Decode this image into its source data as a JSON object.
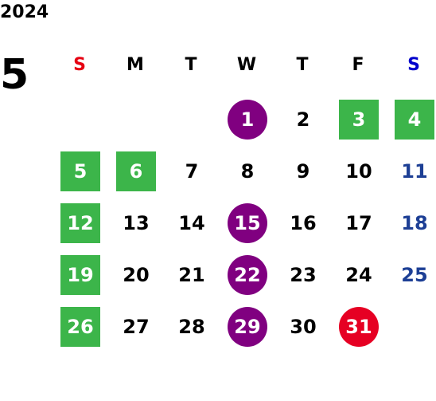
{
  "header": {
    "year": "2024",
    "month": "5"
  },
  "colors": {
    "sunday_label": "#e60012",
    "saturday_label": "#0000cc",
    "saturday_date": "#1d3f95",
    "green_square": "#3cb54a",
    "purple_circle": "#800080",
    "red_circle": "#e60023"
  },
  "weekdays": [
    {
      "label": "S",
      "color": "#e60012"
    },
    {
      "label": "M",
      "color": "#000000"
    },
    {
      "label": "T",
      "color": "#000000"
    },
    {
      "label": "W",
      "color": "#000000"
    },
    {
      "label": "T",
      "color": "#000000"
    },
    {
      "label": "F",
      "color": "#000000"
    },
    {
      "label": "S",
      "color": "#0000cc"
    }
  ],
  "weeks": [
    [
      null,
      null,
      null,
      {
        "day": "1",
        "style": "purple-circle"
      },
      {
        "day": "2",
        "style": "normal"
      },
      {
        "day": "3",
        "style": "green-square"
      },
      {
        "day": "4",
        "style": "green-square"
      }
    ],
    [
      {
        "day": "5",
        "style": "green-square"
      },
      {
        "day": "6",
        "style": "green-square"
      },
      {
        "day": "7",
        "style": "normal"
      },
      {
        "day": "8",
        "style": "normal"
      },
      {
        "day": "9",
        "style": "normal"
      },
      {
        "day": "10",
        "style": "normal"
      },
      {
        "day": "11",
        "style": "saturday"
      }
    ],
    [
      {
        "day": "12",
        "style": "green-square"
      },
      {
        "day": "13",
        "style": "normal"
      },
      {
        "day": "14",
        "style": "normal"
      },
      {
        "day": "15",
        "style": "purple-circle"
      },
      {
        "day": "16",
        "style": "normal"
      },
      {
        "day": "17",
        "style": "normal"
      },
      {
        "day": "18",
        "style": "saturday"
      }
    ],
    [
      {
        "day": "19",
        "style": "green-square"
      },
      {
        "day": "20",
        "style": "normal"
      },
      {
        "day": "21",
        "style": "normal"
      },
      {
        "day": "22",
        "style": "purple-circle"
      },
      {
        "day": "23",
        "style": "normal"
      },
      {
        "day": "24",
        "style": "normal"
      },
      {
        "day": "25",
        "style": "saturday"
      }
    ],
    [
      {
        "day": "26",
        "style": "green-square"
      },
      {
        "day": "27",
        "style": "normal"
      },
      {
        "day": "28",
        "style": "normal"
      },
      {
        "day": "29",
        "style": "purple-circle"
      },
      {
        "day": "30",
        "style": "normal"
      },
      {
        "day": "31",
        "style": "red-circle"
      },
      null
    ]
  ]
}
